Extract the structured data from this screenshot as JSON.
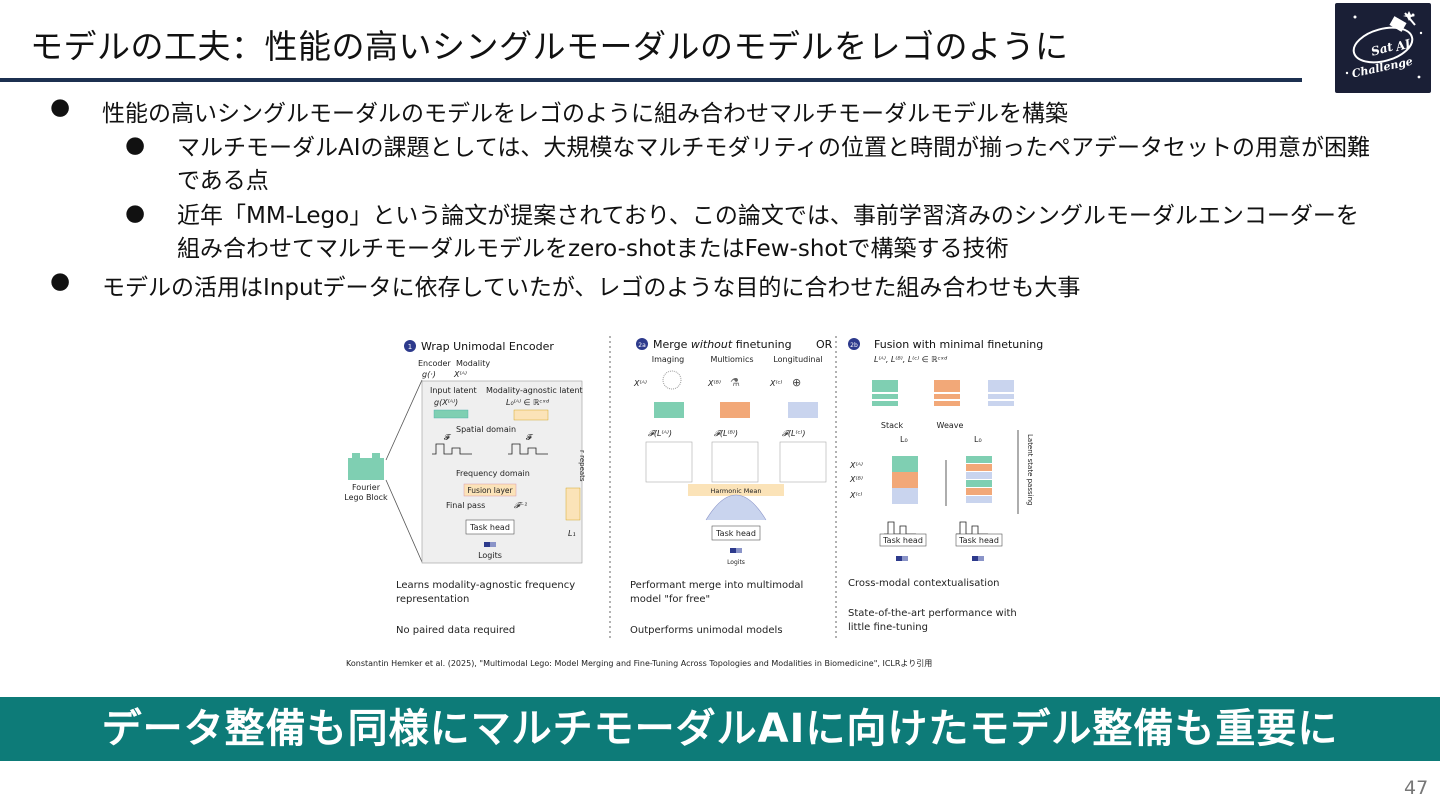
{
  "title": "モデルの工夫：性能の高いシングルモーダルのモデルをレゴのように",
  "logo_text": [
    "Sat",
    "AI",
    "Challenge"
  ],
  "bullets": [
    {
      "text": "性能の高いシングルモーダルのモデルをレゴのように組み合わせマルチモーダルモデルを構築"
    },
    {
      "text": "マルチモーダルAIの課題としては、大規模なマルチモダリティの位置と時間が揃ったペアデータセットの用意が困難である点"
    },
    {
      "text": "近年「MM-Lego」という論文が提案されており、この論文では、事前学習済みのシングルモーダルエンコーダーを組み合わせてマルチモーダルモデルをzero-shotまたはFew-shotで構築する技術"
    },
    {
      "text": "モデルの活用はInputデータに依存していたが、レゴのような目的に合わせた組み合わせも大事"
    }
  ],
  "figure": {
    "lego_block_label": "Fourier\nLego Block",
    "panel1": {
      "badge": "1",
      "title": "Wrap Unimodal Encoder",
      "encoder": "Encoder",
      "modality": "Modality",
      "g": "g(·)",
      "xa": "X⁽ᴬ⁾",
      "input_latent": "Input latent",
      "agnostic_latent": "Modality-agnostic latent",
      "gx": "g(X⁽ᴬ⁾)",
      "l0": "L₀⁽ᴬ⁾ ∈ ℝᶜˣᵈ",
      "f": "𝓕",
      "spatial": "Spatial domain",
      "frequency": "Frequency domain",
      "fusion": "Fusion layer",
      "final": "Final pass",
      "finv": "𝓕⁻¹",
      "task": "Task head",
      "logits": "Logits",
      "repeats": "r repeats",
      "l1": "L₁",
      "desc1": "Learns modality-agnostic frequency",
      "desc2": "representation",
      "desc3": "No paired data required"
    },
    "panel2a": {
      "badge": "2a",
      "title_pre": "Merge ",
      "title_em": "without",
      "title_post": " finetuning",
      "or": "OR",
      "imaging": "Imaging",
      "multiomics": "Multiomics",
      "longitudinal": "Longitudinal",
      "xa": "X⁽ᴬ⁾",
      "xb": "X⁽ᴮ⁾",
      "xc": "X⁽ᶜ⁾",
      "fa": "𝓕(L⁽ᴬ⁾)",
      "fb": "𝓕(L⁽ᴮ⁾)",
      "fc": "𝓕(L⁽ᶜ⁾)",
      "harmonic": "Harmonic Mean",
      "task": "Task head",
      "logits": "Logits",
      "desc1": "Performant merge into multimodal",
      "desc2": "model \"for free\"",
      "desc3": "Outperforms unimodal models"
    },
    "panel2b": {
      "badge": "2b",
      "title": "Fusion with minimal finetuning",
      "formula": "L⁽ᴬ⁾, L⁽ᴮ⁾, L⁽ᶜ⁾ ∈ ℝᶜˣᵈ",
      "stack": "Stack",
      "weave": "Weave",
      "l0": "L₀",
      "xa": "X⁽ᴬ⁾",
      "xb": "X⁽ᴮ⁾",
      "xc": "X⁽ᶜ⁾",
      "passing": "Latent state passing",
      "task": "Task head",
      "desc1": "Cross-modal contextualisation",
      "desc2": "State-of-the-art performance with",
      "desc3": "little fine-tuning"
    },
    "colors": {
      "teal": "#7fcfb2",
      "orange": "#f2a878",
      "lavender": "#c9d4ee",
      "fusion": "#fbe3b8",
      "navy": "#2d3a8c"
    }
  },
  "caption": "Konstantin Hemker et al. (2025), \"Multimodal Lego: Model Merging and Fine-Tuning Across Topologies and Modalities in Biomedicine\", ICLRより引用",
  "banner": "データ整備も同様にマルチモーダルAIに向けたモデル整備も重要に",
  "page_number": "47"
}
